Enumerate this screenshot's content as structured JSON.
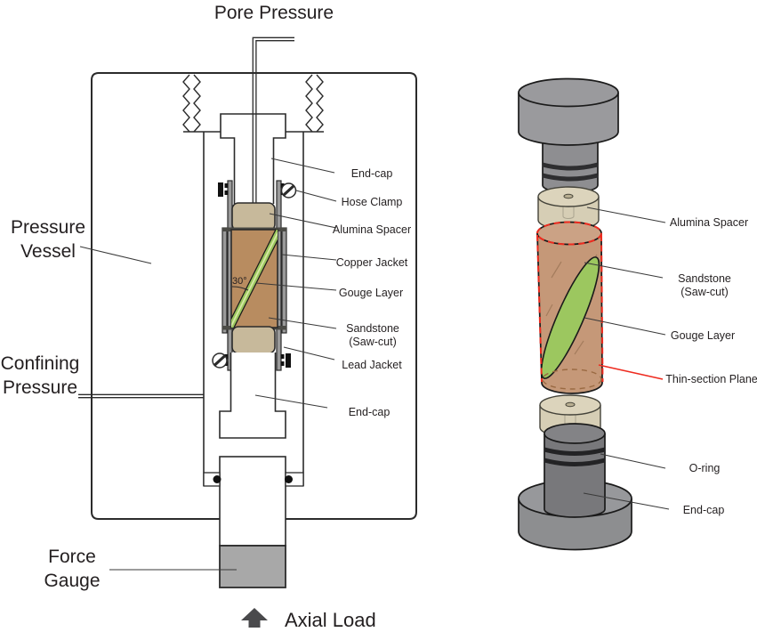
{
  "apparatus": {
    "title": "Pore Pressure",
    "labels": {
      "pressure_vessel": {
        "line1": "Pressure",
        "line2": "Vessel"
      },
      "confining_pressure": {
        "line1": "Confining",
        "line2": "Pressure"
      },
      "force_gauge": {
        "line1": "Force",
        "line2": "Gauge"
      },
      "axial_load": "Axial Load",
      "saw_cut_angle": "30°"
    },
    "part_labels": [
      {
        "text": "End-cap"
      },
      {
        "text": "Hose Clamp"
      },
      {
        "text": "Alumina Spacer"
      },
      {
        "text": "Copper Jacket"
      },
      {
        "text": "Gouge Layer"
      },
      {
        "line1": "Sandstone",
        "line2": "(Saw-cut)"
      },
      {
        "text": "Lead Jacket"
      },
      {
        "text": "End-cap"
      }
    ]
  },
  "assembly": {
    "part_labels": [
      {
        "text": "Alumina Spacer"
      },
      {
        "line1": "Sandstone",
        "line2": "(Saw-cut)"
      },
      {
        "text": "Gouge Layer"
      },
      {
        "text": "Thin-section Plane"
      },
      {
        "text": "O-ring"
      },
      {
        "text": "End-cap"
      }
    ]
  },
  "colors": {
    "sandstone_left": "#b88c60",
    "spacer_left": "#c7b99b",
    "jacket_gray": "#9a9a9a",
    "jacket_dark": "#4b4b46",
    "gouge_green": "#9cc75f",
    "gouge_green_light": "#d6e9a6",
    "sandstone_right": "#c59878",
    "spacer_right": "#d4cbb1",
    "cap_gray": "#9a9a9d",
    "shaft_gray": "#8e8e91",
    "lower_shaft_gray": "#78787b",
    "base_gray": "#8d8e90",
    "band_dark": "#2e2e30",
    "force_gauge_gray": "#a8a8a8",
    "thin_section_red": "#ee2b1f",
    "bottom_dash_brown": "#9a6a42",
    "arrow_gray": "#4a4a4c",
    "line_dark": "#2b2b2b"
  }
}
